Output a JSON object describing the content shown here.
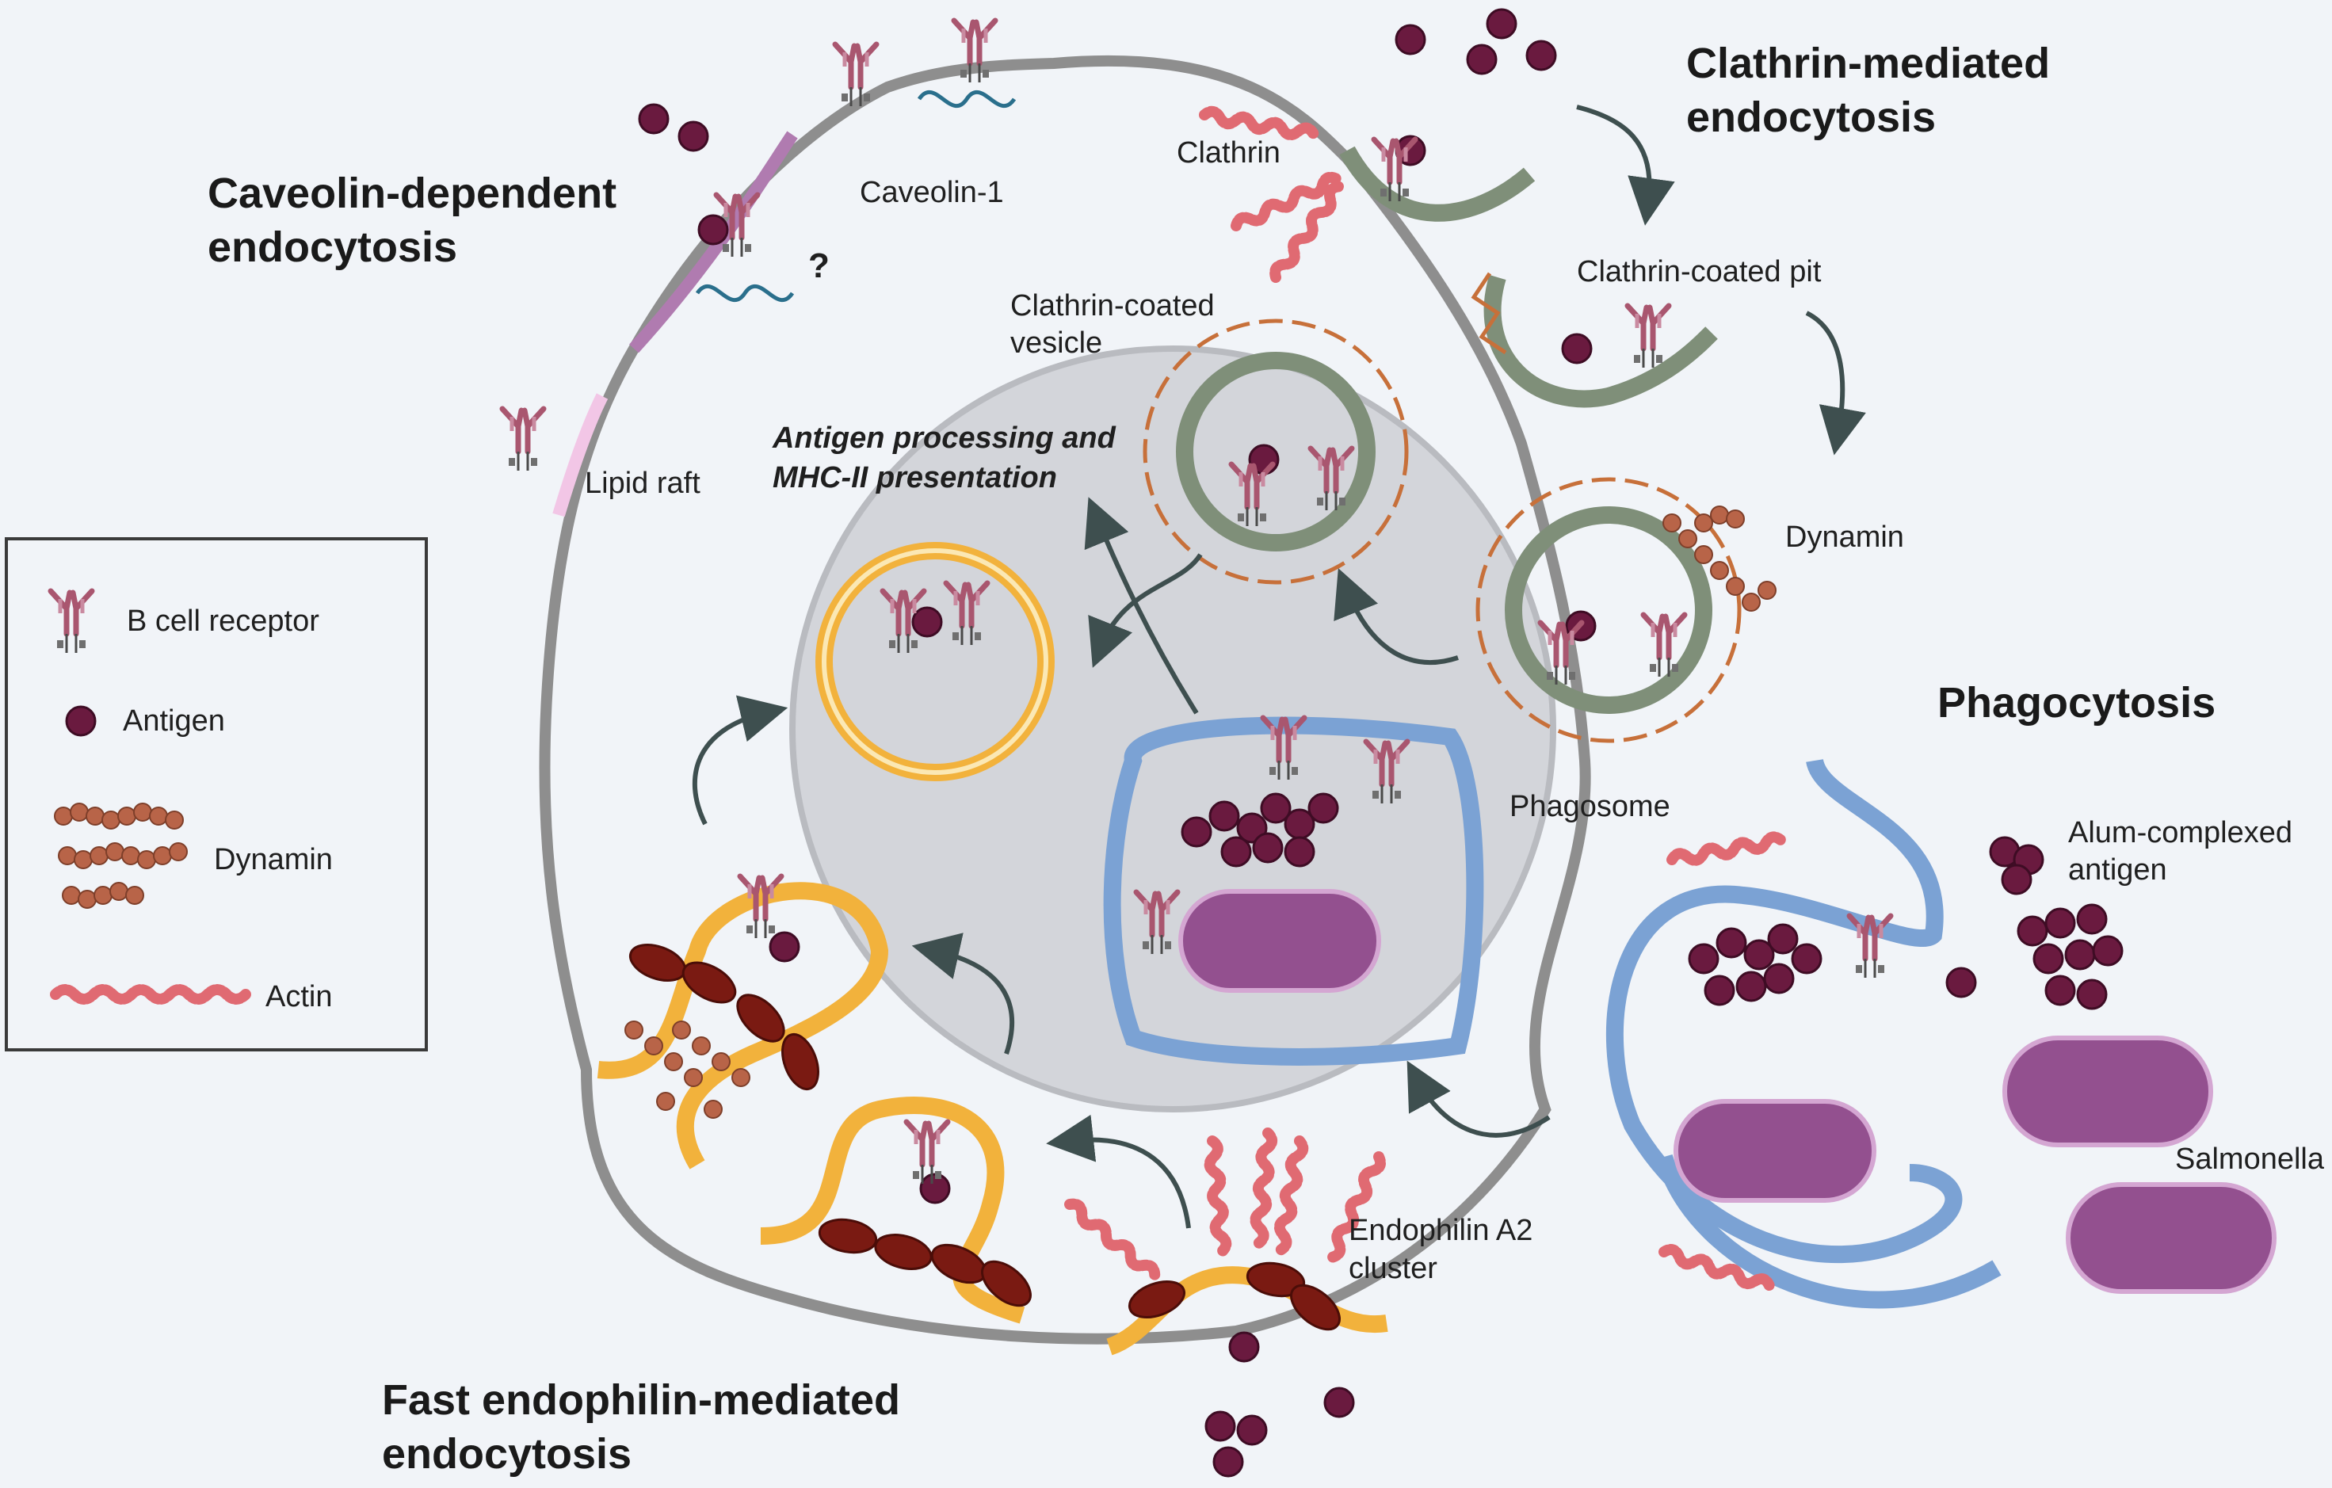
{
  "titles": {
    "caveolin": [
      "Caveolin-dependent",
      "endocytosis"
    ],
    "clathrin": [
      "Clathrin-mediated",
      "endocytosis"
    ],
    "phagocytosis": [
      "Phagocytosis"
    ],
    "endophilin": [
      "Fast endophilin-mediated",
      "endocytosis"
    ]
  },
  "labels": {
    "caveolin1": "Caveolin-1",
    "question": "?",
    "lipid_raft": "Lipid raft",
    "clathrin": "Clathrin",
    "clathrin_coated_pit": "Clathrin-coated pit",
    "clathrin_coated_vesicle": [
      "Clathrin-coated",
      "vesicle"
    ],
    "antigen_processing": [
      "Antigen processing and",
      "MHC-II presentation"
    ],
    "dynamin": "Dynamin",
    "phagosome": "Phagosome",
    "alum_antigen": [
      "Alum-complexed",
      "antigen"
    ],
    "salmonella": "Salmonella",
    "endophilin_cluster": [
      "Endophilin A2",
      "cluster"
    ]
  },
  "legend": {
    "items": [
      {
        "icon": "b-cell-receptor-icon",
        "label": "B cell receptor"
      },
      {
        "icon": "antigen-icon",
        "label": "Antigen"
      },
      {
        "icon": "dynamin-icon",
        "label": "Dynamin"
      },
      {
        "icon": "actin-icon",
        "label": "Actin"
      }
    ]
  },
  "colors": {
    "background": "#f1f4f8",
    "membrane": "#8e8e8e",
    "caveolin_membrane": "#b07bb0",
    "lipid_raft": "#f2c6e6",
    "clathrin_vesicle": "#7f8f79",
    "clathrin_cage": "#c7703a",
    "phagosome_membrane": "#7ba2d4",
    "endophilin_membrane": "#f2b23c",
    "antigen": "#6a1a3f",
    "bcr": "#a9566f",
    "dynamin": "#b86448",
    "actin": "#e06a72",
    "endophilin": "#7a1a12",
    "salmonella": "#93508f",
    "nucleus": "#d3d5da",
    "arrow": "#3e4f4f"
  }
}
